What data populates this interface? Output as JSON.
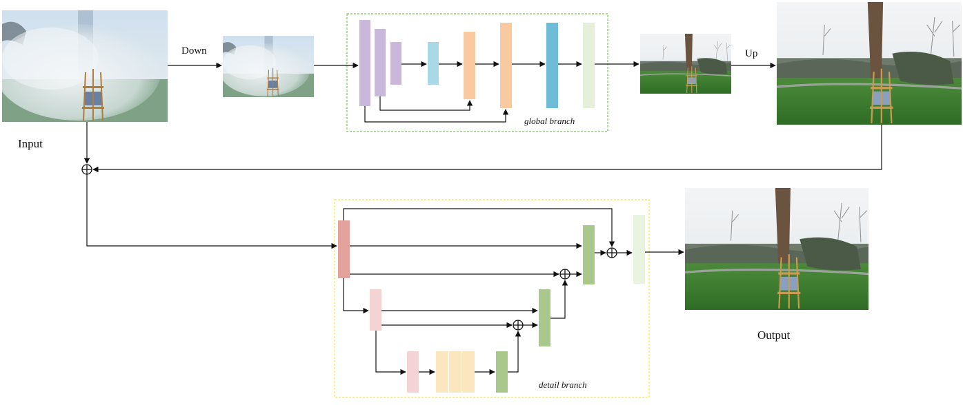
{
  "labels": {
    "input": "Input",
    "down": "Down",
    "up": "Up",
    "output": "Output",
    "global_branch": "global branch",
    "detail_branch": "detail branch"
  },
  "colors": {
    "arrow": "#111111",
    "global_box_border": "#7cc85a",
    "detail_box_border": "#f2e84a",
    "lavender": "#c9b8dc",
    "light_blue": "#a9d9e6",
    "peach": "#f9c9a2",
    "teal_blue": "#6fbcd6",
    "pale_green": "#e6efd8",
    "salmon": "#e3a39c",
    "pale_pink": "#f3d3d3",
    "cream": "#fbe6bf",
    "green": "#a9c98c",
    "pale_green_out": "#eaf2e0"
  },
  "images": {
    "input": "hazy park scene with easel",
    "down": "downsampled hazy park scene",
    "global_out": "small dehazed park scene",
    "up": "upsampled dehazed park scene",
    "output": "final dehazed park scene"
  }
}
